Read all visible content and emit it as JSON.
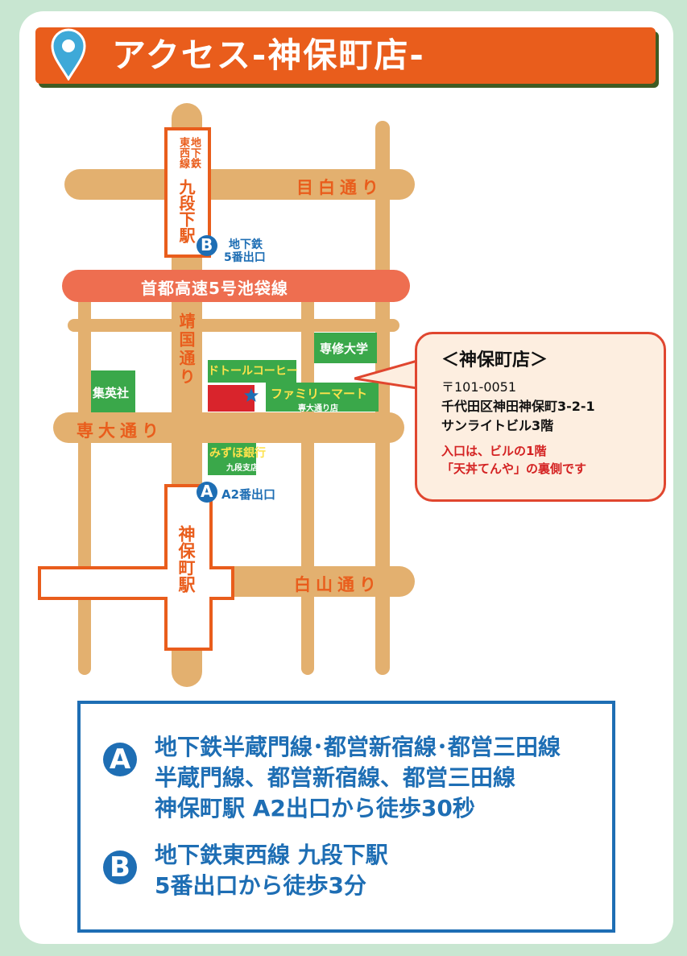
{
  "header": {
    "title": "アクセス-神保町店-"
  },
  "roads": {
    "mejiro": "目白通り",
    "shuto": "首都高速5号池袋線",
    "yasukuni": "靖国通り",
    "sendai": "専大通り",
    "hakusan": "白山通り"
  },
  "stations": {
    "kudanshita_line": "東西線",
    "kudanshita_chika": "地下鉄",
    "kudanshita_name": "九段下駅",
    "jimbocho_name": "神保町駅"
  },
  "exits": {
    "b_badge": "B",
    "b_line1": "地下鉄",
    "b_line2": "5番出口",
    "a_badge": "A",
    "a_label": "A2番出口"
  },
  "landmarks": {
    "senshu": "専修大学",
    "doutor": "ドトールコーヒー",
    "family_mart": "ファミリーマート",
    "family_mart_branch": "専大通り店",
    "shueisha": "集英社",
    "mizuho": "みずほ銀行",
    "mizuho_branch": "九段支店"
  },
  "store": {
    "title": "＜神保町店＞",
    "postal": "〒101-0051",
    "address1": "千代田区神田神保町3-2-1",
    "address2": "サンライトビル3階",
    "note1": "入口は、ビルの1階",
    "note2": "「天丼てんや」の裏側です"
  },
  "access": {
    "a_badge": "A",
    "a_line1": "地下鉄半蔵門線･都営新宿線･都営三田線",
    "a_line2": "半蔵門線、都営新宿線、都営三田線",
    "a_line3": "神保町駅 A2出口から徒歩30秒",
    "b_badge": "B",
    "b_line1": "地下鉄東西線 九段下駅",
    "b_line2": "5番出口から徒歩3分"
  },
  "colors": {
    "road": "#e3b06f",
    "orange": "#e95d1c",
    "green": "#3aa84a",
    "blue": "#1e6eb4",
    "store_red": "#d9242c",
    "background": "#c8e6d1"
  },
  "icons": {
    "pin": "map-pin-icon",
    "store": "star-icon"
  }
}
